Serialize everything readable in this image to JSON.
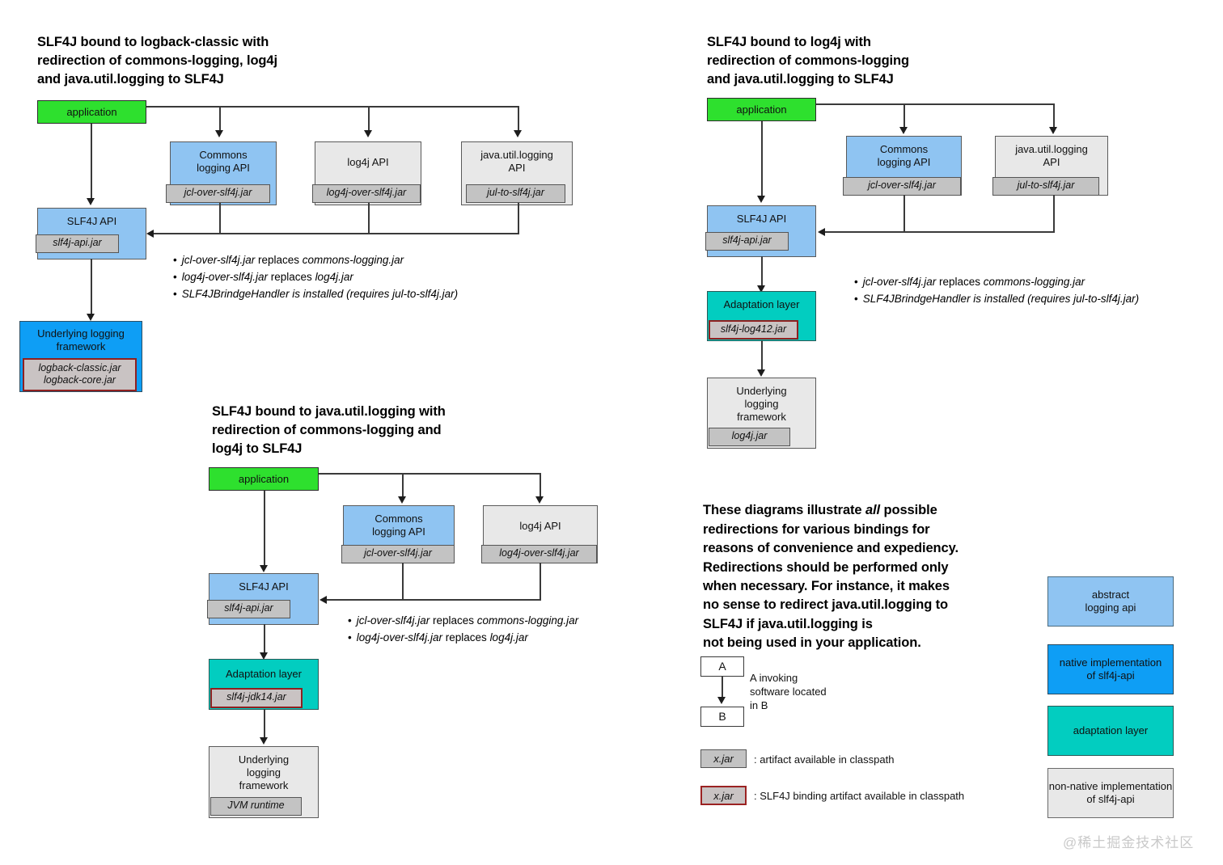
{
  "diagram1": {
    "title": "SLF4J bound to logback-classic with\nredirection of commons-logging, log4j\nand java.util.logging to SLF4J",
    "application": "application",
    "commons": "Commons\nlogging API",
    "commons_jar": "jcl-over-slf4j.jar",
    "log4j_api": "log4j API",
    "log4j_jar": "log4j-over-slf4j.jar",
    "jul_api": "java.util.logging\nAPI",
    "jul_jar": "jul-to-slf4j.jar",
    "slf4j_api": "SLF4J API",
    "slf4j_jar": "slf4j-api.jar",
    "underlying": "Underlying logging\nframework",
    "underlying_jar": "logback-classic.jar\nlogback-core.jar",
    "notes": [
      {
        "em1": "jcl-over-slf4j.jar",
        "mid": " replaces ",
        "em2": "commons-logging.jar"
      },
      {
        "em1": "log4j-over-slf4j.jar",
        "mid": " replaces ",
        "em2": "log4j.jar"
      },
      {
        "em1": "SLF4JBrindgeHandler is installed (requires jul-to-slf4j.jar)",
        "mid": "",
        "em2": ""
      }
    ]
  },
  "diagram2": {
    "title": "SLF4J bound to log4j with\nredirection of commons-logging\nand java.util.logging to SLF4J",
    "application": "application",
    "commons": "Commons\nlogging API",
    "commons_jar": "jcl-over-slf4j.jar",
    "jul_api": "java.util.logging\nAPI",
    "jul_jar": "jul-to-slf4j.jar",
    "slf4j_api": "SLF4J API",
    "slf4j_jar": "slf4j-api.jar",
    "adaptation": "Adaptation layer",
    "adaptation_jar": "slf4j-log412.jar",
    "underlying": "Underlying\nlogging\nframework",
    "underlying_jar": "log4j.jar",
    "notes": [
      {
        "em1": "jcl-over-slf4j.jar",
        "mid": " replaces ",
        "em2": "commons-logging.jar"
      },
      {
        "em1": "SLF4JBrindgeHandler is installed (requires jul-to-slf4j.jar)",
        "mid": "",
        "em2": ""
      }
    ]
  },
  "diagram3": {
    "title": "SLF4J bound to java.util.logging with\nredirection of commons-logging and\nlog4j to SLF4J",
    "application": "application",
    "commons": "Commons\nlogging API",
    "commons_jar": "jcl-over-slf4j.jar",
    "log4j_api": "log4j API",
    "log4j_jar": "log4j-over-slf4j.jar",
    "slf4j_api": "SLF4J API",
    "slf4j_jar": "slf4j-api.jar",
    "adaptation": "Adaptation layer",
    "adaptation_jar": "slf4j-jdk14.jar",
    "underlying": "Underlying\nlogging\nframework",
    "underlying_jar": "JVM runtime",
    "notes": [
      {
        "em1": "jcl-over-slf4j.jar",
        "mid": " replaces ",
        "em2": "commons-logging.jar"
      },
      {
        "em1": "log4j-over-slf4j.jar",
        "mid": " replaces ",
        "em2": "log4j.jar"
      }
    ]
  },
  "prose": {
    "p1": "These diagrams illustrate ",
    "em": "all",
    "p2": " possible\nredirections for various bindings for\nreasons of convenience and expediency.\nRedirections should be performed only\nwhen necessary. For instance, it makes\nno sense to redirect java.util.logging to\nSLF4J if java.util.logging is\nnot being used in your application."
  },
  "legend": {
    "box_a": "A",
    "box_b": "B",
    "arrow_text": "A invoking\nsoftware located\nin B",
    "jar_plain": "x.jar",
    "jar_plain_text": ": artifact available in classpath",
    "jar_binding": "x.jar",
    "jar_binding_text": ": SLF4J binding artifact available in classpath",
    "swatches": [
      {
        "label": "abstract\nlogging api",
        "color": "#8fc4f2"
      },
      {
        "label": "native implementation\nof slf4j-api",
        "color": "#0e9ef5"
      },
      {
        "label": "adaptation layer",
        "color": "#02cdc0"
      },
      {
        "label": "non-native implementation\nof slf4j-api",
        "color": "#e8e8e8"
      }
    ]
  },
  "watermark": "@稀土掘金技术社区"
}
